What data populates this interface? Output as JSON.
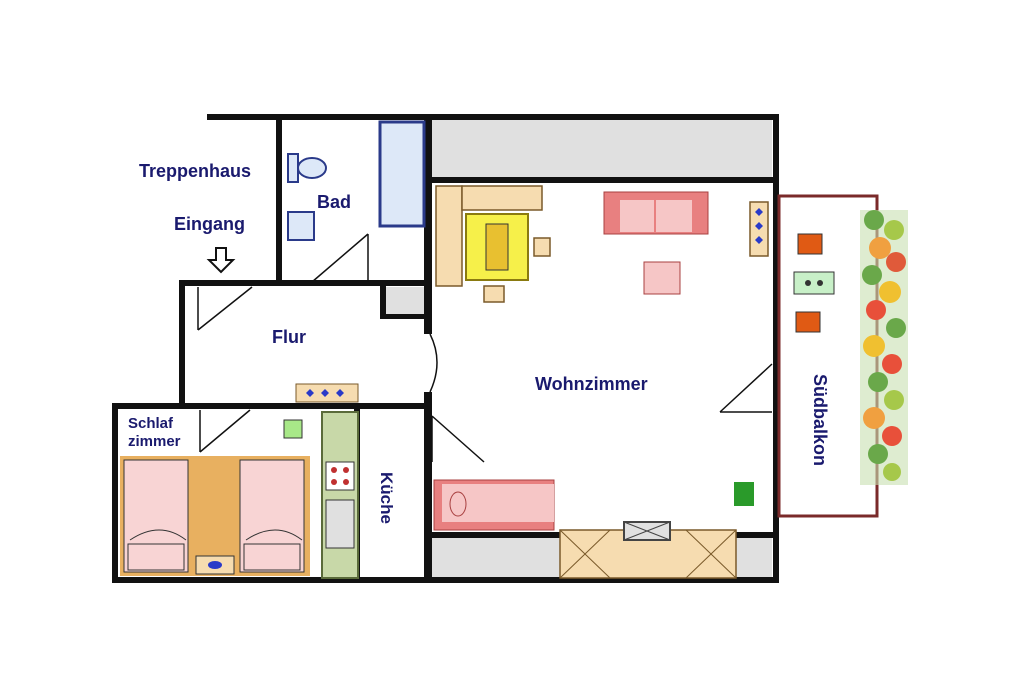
{
  "rooms": {
    "stairwell": "Treppenhaus",
    "entrance": "Eingang",
    "bath": "Bad",
    "hall": "Flur",
    "living": "Wohnzimmer",
    "bedroom_line1": "Schlaf",
    "bedroom_line2": "zimmer",
    "kitchen": "Küche",
    "balcony": "Südbalkon"
  },
  "colors": {
    "wall": "#111111",
    "label": "#1a1a6e",
    "sofa": "#e88080",
    "sofa_cushion": "#f6c6c6",
    "table": "#f6f04a",
    "wood": "#f6dcb0",
    "bed": "#f8d4d4",
    "bed_frame": "#e8b060",
    "counter": "#c8d8a8",
    "grey_area": "#e0e0e0",
    "balcony_border": "#7a2a2a",
    "chair_orange": "#e05a14",
    "green_box": "#2a9a2a",
    "diamond": "#2a3ac8"
  },
  "icons": [
    "entrance-arrow-icon",
    "toilet-icon",
    "sink-icon",
    "bathtub-icon",
    "stove-icon",
    "tv-icon",
    "flower-box-icon"
  ]
}
